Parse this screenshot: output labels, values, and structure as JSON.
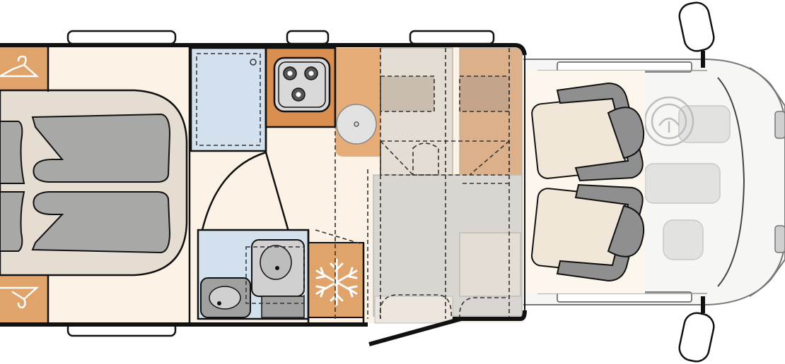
{
  "floorplan": {
    "colors": {
      "floor": "#fcf3e6",
      "wood": "#e2a26a",
      "wood_dark": "#d98f4f",
      "bed": "#e6ddd2",
      "mattress": "#a9a9a7",
      "wet_room": "#d5e3ef",
      "fixture": "#9c9c9c",
      "fixture_light": "#c9c9c9",
      "seat_base": "#f0e7d8",
      "seat_trim": "#8d8d8d",
      "cab": "#f5f5f3",
      "wall": "#111111",
      "dashed": "#333333",
      "window_fill": "#ffffff"
    },
    "zones": [
      {
        "name": "rear-wardrobe",
        "icon": "coat-hanger-icon"
      },
      {
        "name": "rear-double-bed",
        "icon": "pillow-icon"
      },
      {
        "name": "shower",
        "icon": "shower-tray-icon"
      },
      {
        "name": "washroom",
        "icon": "toilet-icon"
      },
      {
        "name": "kitchen",
        "icon": "hob-icon"
      },
      {
        "name": "refrigerator",
        "icon": "snowflake-icon"
      },
      {
        "name": "dinette",
        "icon": "table-icon"
      },
      {
        "name": "cab",
        "icon": "steering-wheel-icon"
      }
    ]
  }
}
